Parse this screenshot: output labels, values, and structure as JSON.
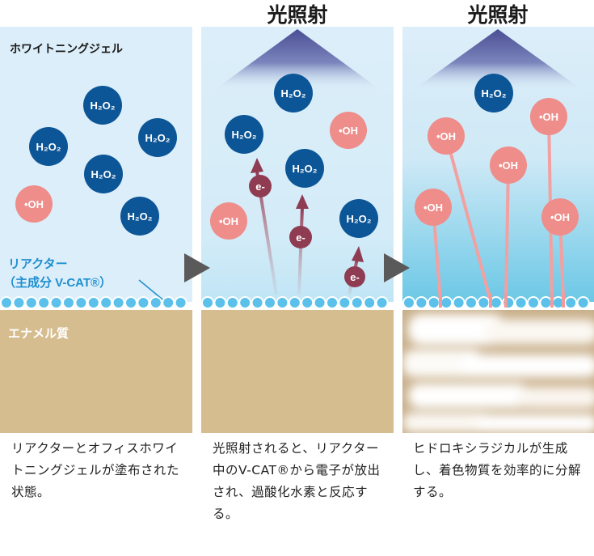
{
  "panel1": {
    "gel_label": "ホワイトニングジェル",
    "reactor_label_1": "リアクター",
    "reactor_label_2": "（主成分 V-CAT®）",
    "enamel_label": "エナメル質"
  },
  "panel2": {
    "title": "光照射"
  },
  "panel3": {
    "title": "光照射"
  },
  "molecules": {
    "h2o2": "H₂O₂",
    "oh": "•OH",
    "electron": "e-"
  },
  "captions": [
    "リアクターとオフィスホワイトニングジェルが塗布された状態。",
    "光照射されると、リアクター中のV-CAT®から電子が放出され、過酸化水素と反応する。",
    "ヒドロキシラジカルが生成し、着色物質を効率的に分解する。"
  ],
  "colors": {
    "gel_bg": "#dceef9",
    "h2o2": "#0c5596",
    "oh": "#ee8d8a",
    "electron": "#8f3b52",
    "reactor": "#5bc1ea",
    "enamel": "#d6bd8f",
    "light": "#52579b",
    "label_blue": "#1e8fcf"
  }
}
